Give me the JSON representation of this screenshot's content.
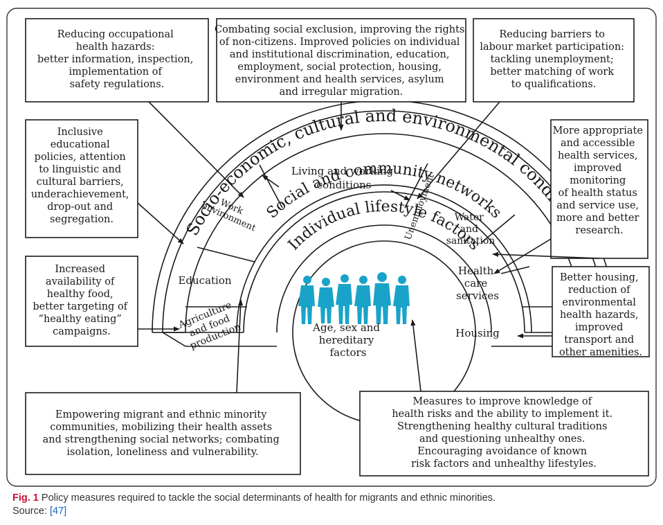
{
  "figure": {
    "rings": {
      "outer": "Socio-economic, cultural and environmental conditions",
      "middle": "Social and community networks",
      "inner": "Individual lifestyle factors",
      "core": [
        "Age, sex and",
        "hereditary",
        "factors"
      ]
    },
    "sectors": {
      "work_environment": [
        "Work",
        "environment"
      ],
      "living_working": [
        "Living and working",
        "conditions"
      ],
      "unemployment": "Unemployment",
      "water_sanitation": [
        "Water",
        "and",
        "sanitation"
      ],
      "health_care": [
        "Health",
        "care",
        "services"
      ],
      "housing": "Housing",
      "education": "Education",
      "agriculture": [
        "Agriculture",
        "and food",
        "production"
      ]
    },
    "boxes": {
      "occupational": [
        "Reducing occupational",
        "health hazards:",
        "better information, inspection,",
        "implementation of",
        "safety regulations."
      ],
      "exclusion": [
        "Combating social exclusion, improving the rights",
        "of non-citizens. Improved policies on individual",
        "and institutional discrimination, education,",
        "employment, social protection, housing,",
        "environment and health services, asylum",
        "and irregular migration."
      ],
      "labour": [
        "Reducing barriers to",
        "labour market participation:",
        "tackling unemployment;",
        "better matching of work",
        "to qualifications."
      ],
      "education_policy": [
        "Inclusive",
        "educational",
        "policies, attention",
        "to linguistic and",
        "cultural barriers,",
        "underachievement,",
        "drop-out and",
        "segregation."
      ],
      "health_services": [
        "More appropriate",
        "and accessible",
        "health services,",
        "improved",
        "monitoring",
        "of health status",
        "and service use,",
        "more and better",
        "research."
      ],
      "food": [
        "Increased",
        "availability of",
        "healthy food,",
        "better targeting of",
        "“healthy eating”",
        "campaigns."
      ],
      "housing_policy": [
        "Better housing,",
        "reduction of",
        "environmental",
        "health hazards,",
        "improved",
        "transport and",
        "other amenities."
      ],
      "empowering": [
        "Empowering migrant and ethnic minority",
        "communities, mobilizing their health assets",
        "and strengthening social networks; combating",
        "isolation, loneliness and vulnerability."
      ],
      "knowledge": [
        "Measures to improve knowledge of",
        "health risks and the ability to implement it.",
        "Strengthening healthy cultural traditions",
        "and questioning unhealthy ones.",
        "Encouraging avoidance of known",
        "risk factors and unhealthy lifestyles."
      ]
    }
  },
  "caption": {
    "label": "Fig. 1",
    "text": " Policy measures required to tackle the social determinants of health for migrants and ethnic minorities.",
    "source_prefix": "Source: ",
    "source_ref": "[47]"
  },
  "colors": {
    "figure_fill": "#1aa3c9",
    "caption_label": "#c8102e",
    "link": "#1565c0"
  }
}
